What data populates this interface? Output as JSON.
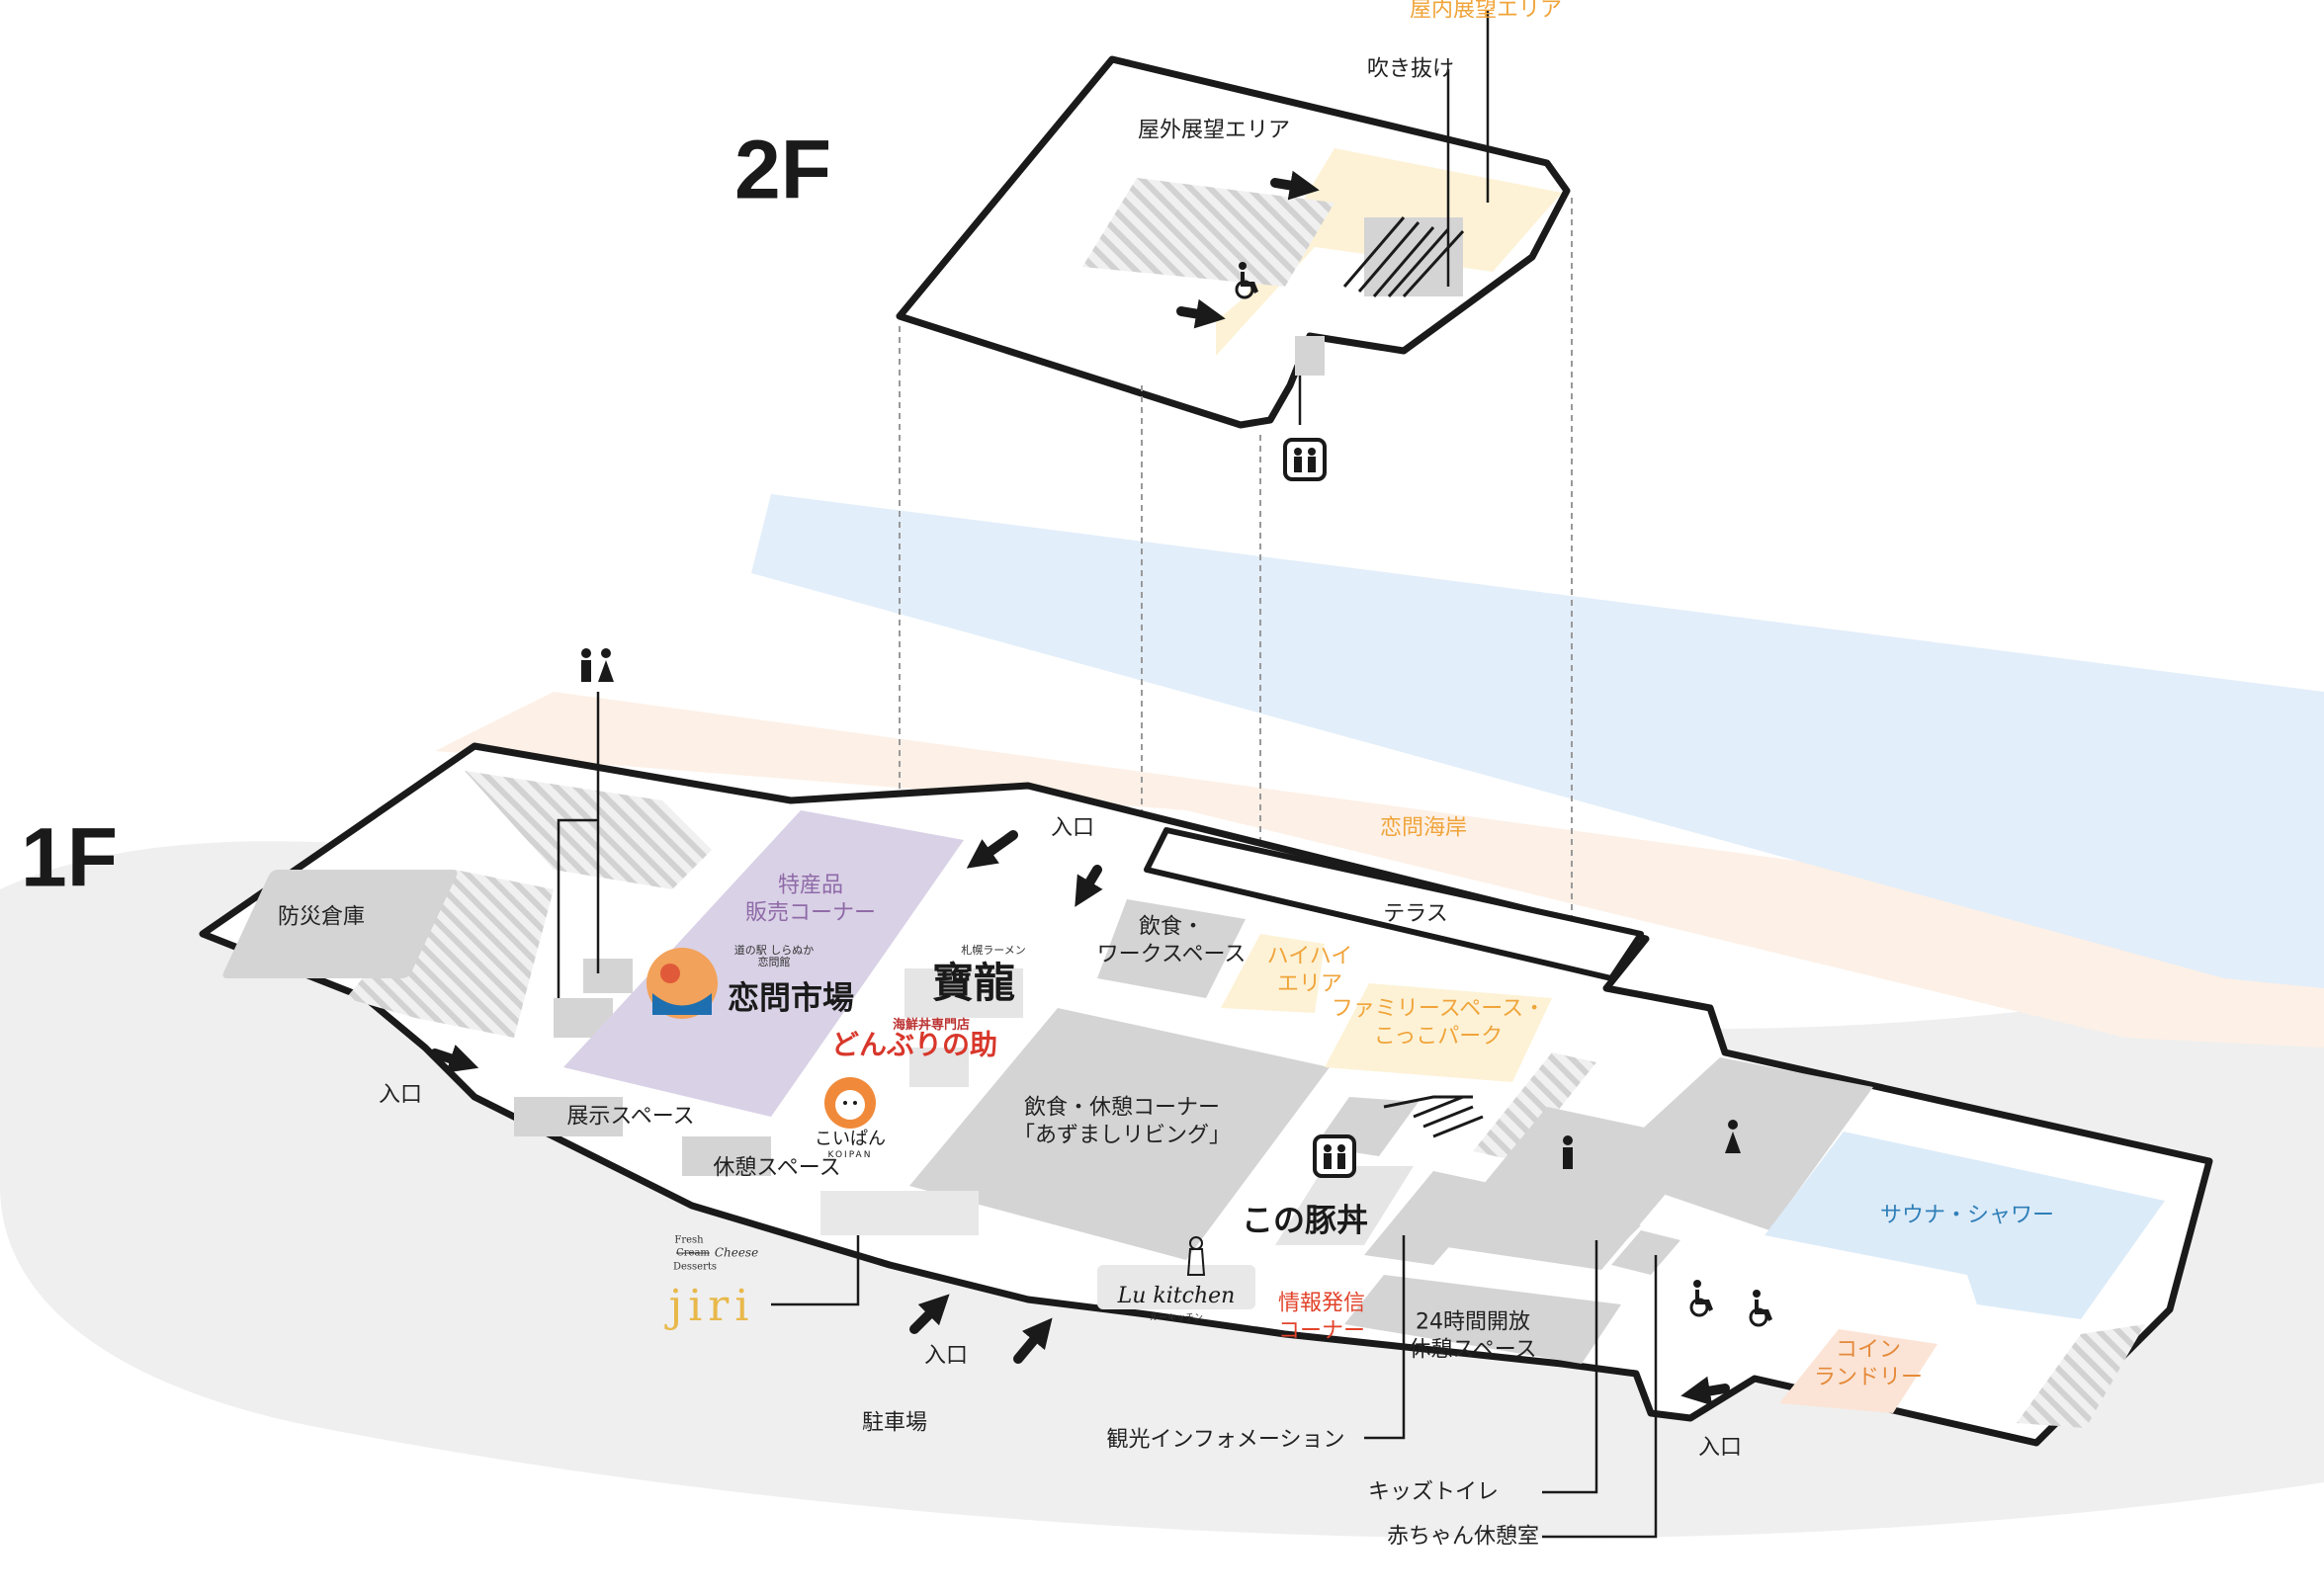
{
  "floors": {
    "f2": "2F",
    "f1": "1F"
  },
  "labels2f": {
    "indoor_view": "屋内展望エリア",
    "void": "吹き抜け",
    "outdoor_view": "屋外展望エリア"
  },
  "labels1f": {
    "beach": "恋問海岸",
    "entrance_top": "入口",
    "terrace": "テラス",
    "disaster_storage": "防災倉庫",
    "specialty": "特産品\n販売コーナー",
    "work_space": "飲食・\nワークスペース",
    "crawl_area": "ハイハイ\nエリア",
    "family_space": "ファミリースペース・\nこっこパーク",
    "entrance_left": "入口",
    "exhibit": "展示スペース",
    "rest_space": "休憩スペース",
    "dining": "飲食・休憩コーナー\n「あずましリビング」",
    "sauna": "サウナ・シャワー",
    "info_corner": "情報発信\nコーナー",
    "rest24": "24時間開放\n休憩スペース",
    "laundry": "コイン\nランドリー",
    "entrance_bottom": "入口",
    "entrance_right": "入口",
    "parking": "駐車場",
    "tourist_info": "観光インフォメーション",
    "kids_toilet": "キッズトイレ",
    "baby_room": "赤ちゃん休憩室"
  },
  "brands": {
    "koitoikan_small": "道の駅 しらぬか\n恋問館",
    "koitoi_market": "恋問市場",
    "sapporo_ramen": "札幌ラーメン",
    "houryu": "寶龍",
    "kaisen_small": "海鮮丼専門店",
    "donburi": "どんぶりの助",
    "koipan": "こいぱん",
    "koipan_en": "KOIPAN",
    "konobutadon": "この豚丼",
    "lu_kitchen": "Lu kitchen",
    "lu_kitchen_kana": "ルーキッチン",
    "jiri_fresh": "Fresh",
    "jiri_cream": "Cream",
    "jiri_cheese": "Cheese",
    "jiri_desserts": "Desserts",
    "jiri": "jiri"
  },
  "icons": {
    "restroom": "restroom-icon",
    "elevator": "elevator-icon",
    "wheelchair": "wheelchair-icon",
    "arrow": "entrance-arrow-icon"
  },
  "colors": {
    "wall": "#1a1a1a",
    "room_gray": "#d4d4d4",
    "hatch": "#cfcfcf",
    "purple": "#d9d1e6",
    "yellow": "#fdf2d6",
    "blue": "#dcebf8",
    "peach": "#fbe4d6",
    "sea": "#e2eefa",
    "sand": "#fdf0e6"
  }
}
